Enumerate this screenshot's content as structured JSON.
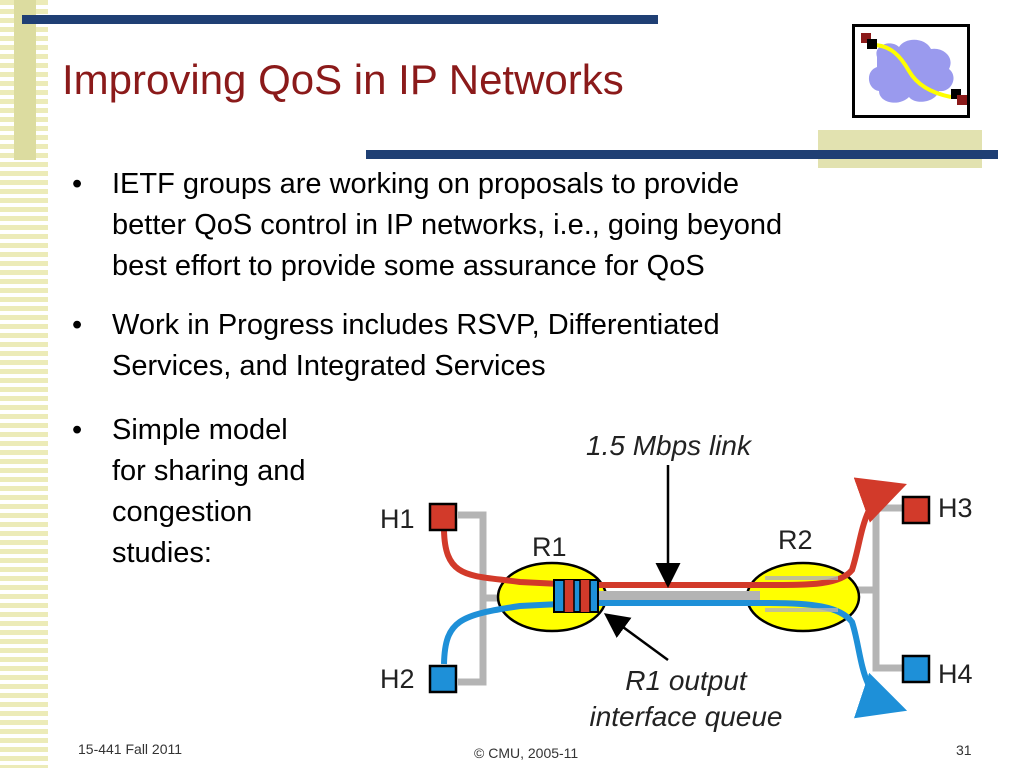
{
  "slide": {
    "title": "Improving QoS in IP Networks",
    "bullets": [
      "IETF groups are working on proposals to provide\nbetter QoS control in IP networks, i.e., going beyond\nbest effort to provide some assurance for QoS",
      "Work in Progress includes RSVP, Differentiated\nServices, and Integrated Services",
      "Simple model\nfor sharing and\ncongestion\nstudies:"
    ],
    "bullet_symbol": "•"
  },
  "diagram": {
    "link_label": "1.5 Mbps link",
    "queue_label_line1": "R1 output",
    "queue_label_line2": "interface queue",
    "hosts": {
      "h1": "H1",
      "h2": "H2",
      "h3": "H3",
      "h4": "H4"
    },
    "routers": {
      "r1": "R1",
      "r2": "R2"
    },
    "colors": {
      "red_flow": "#d23a2a",
      "blue_flow": "#1e90d8",
      "router_fill": "#ffff00",
      "link_gray": "#b4b4b4"
    }
  },
  "logo": {
    "icon": "network-cloud-icon"
  },
  "footer": {
    "course": "15-441 Fall 2011",
    "copyright": "© CMU, 2005-11",
    "page_number": "31"
  }
}
